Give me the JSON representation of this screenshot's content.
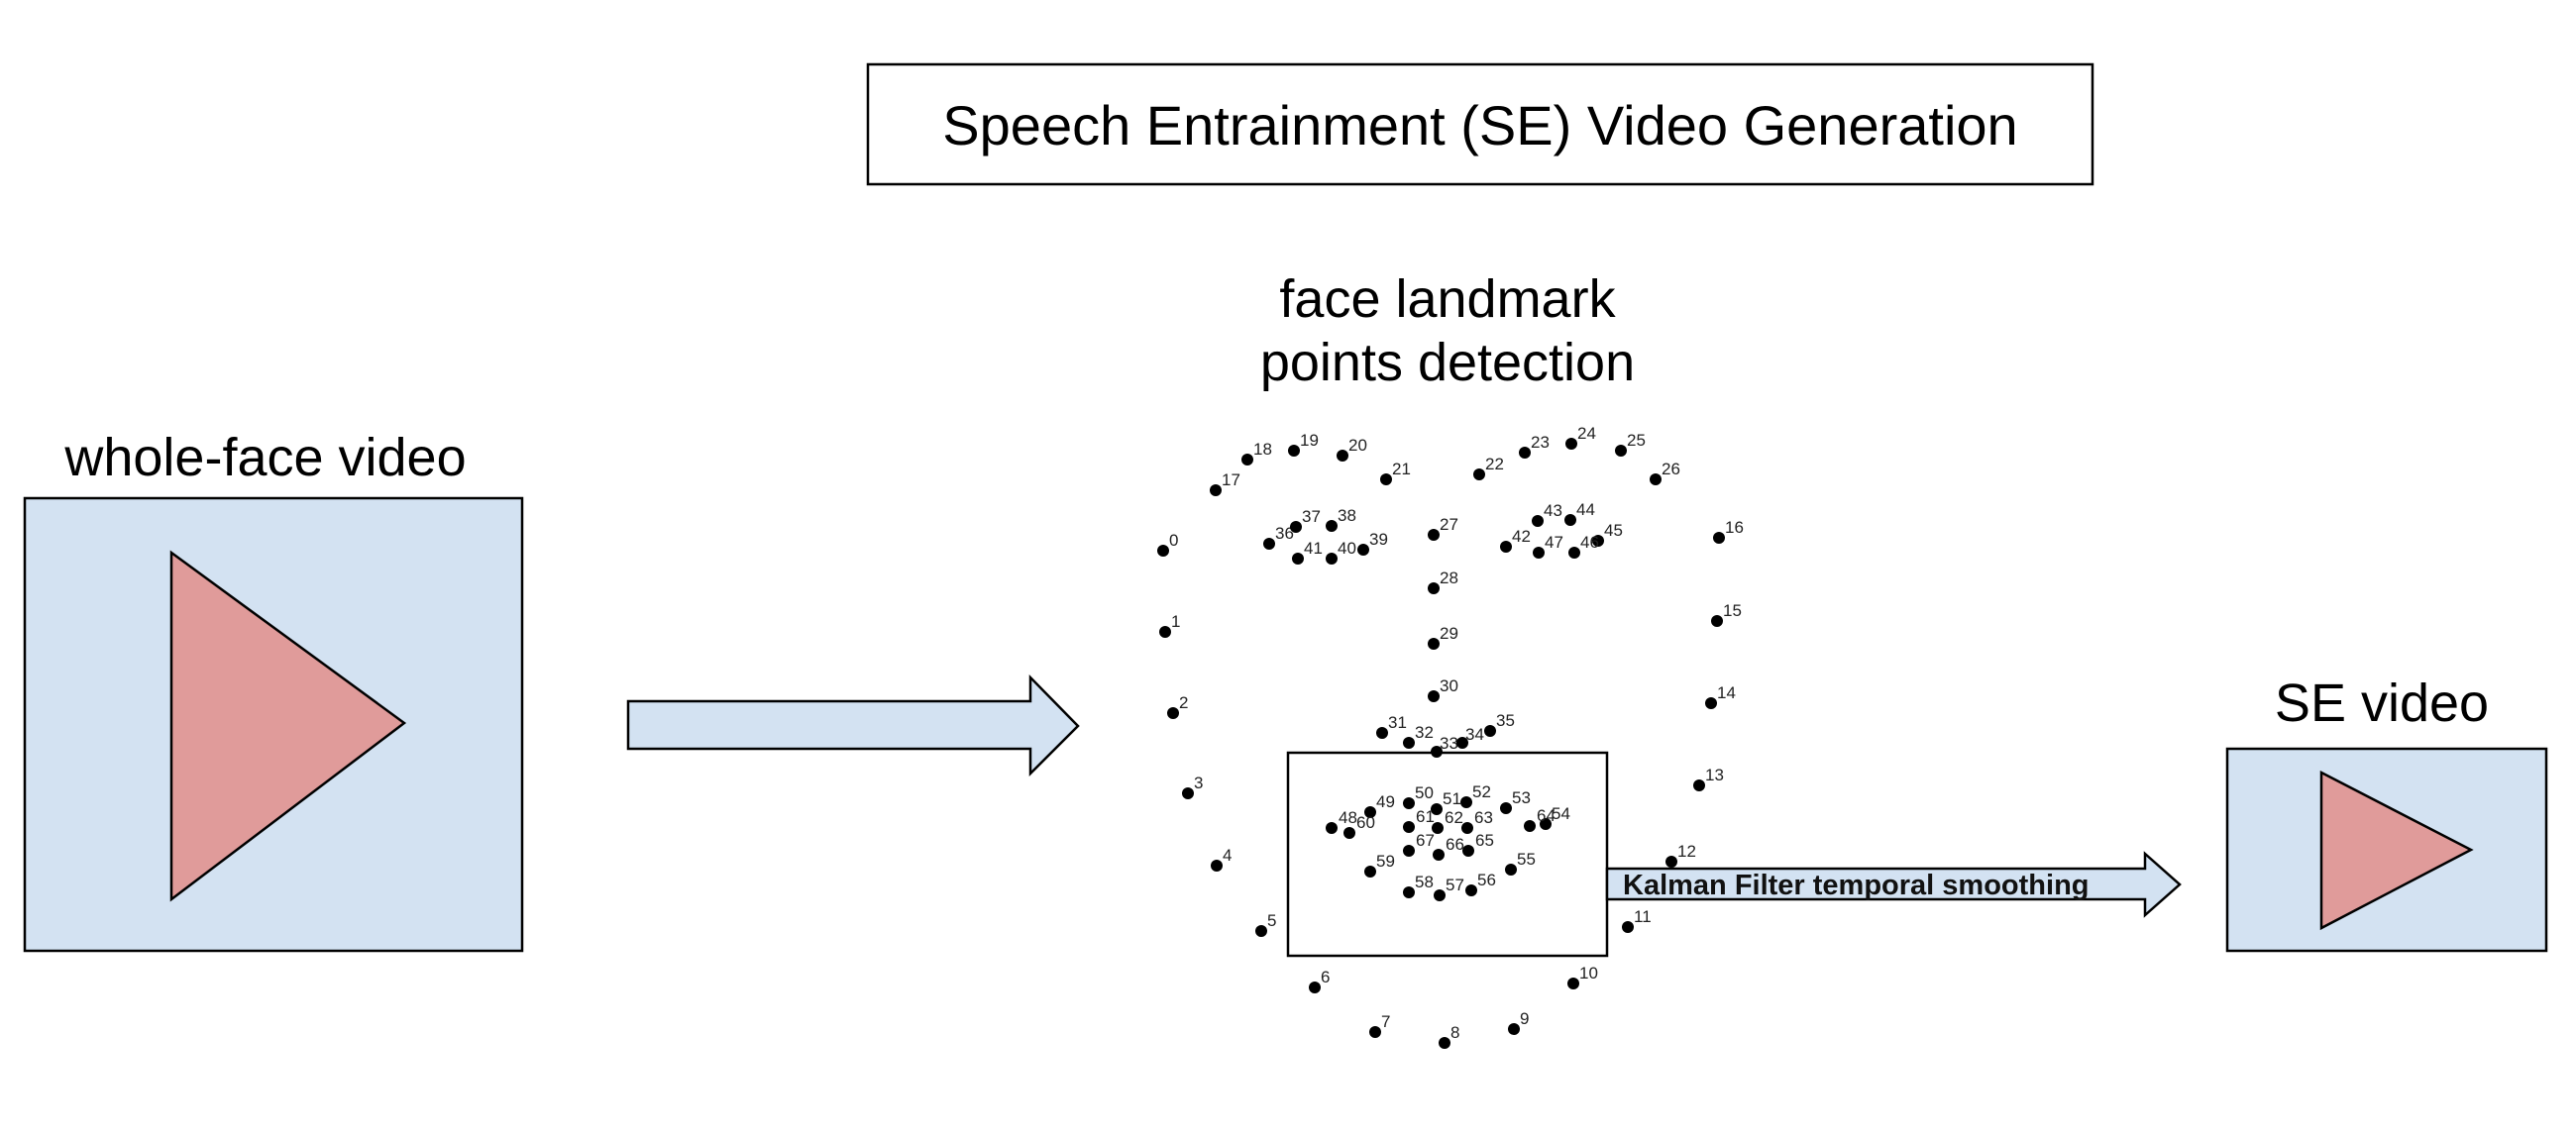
{
  "title": "Speech Entrainment (SE) Video Generation",
  "input_label": "whole-face video",
  "detection_label_line1": "face landmark",
  "detection_label_line2": "points detection",
  "output_label": "SE video",
  "smoothing_label": "Kalman Filter temporal smoothing",
  "colors": {
    "video_fill": "#d3e2f2",
    "play_fill": "#e09b9a",
    "arrow_fill": "#d3e2f2",
    "stroke": "#000000",
    "point": "#000000"
  },
  "landmark_labels": [
    "0",
    "1",
    "2",
    "3",
    "4",
    "5",
    "6",
    "7",
    "8",
    "9",
    "10",
    "11",
    "12",
    "13",
    "14",
    "15",
    "16",
    "17",
    "18",
    "19",
    "20",
    "21",
    "22",
    "23",
    "24",
    "25",
    "26",
    "27",
    "28",
    "29",
    "30",
    "31",
    "32",
    "33",
    "34",
    "35",
    "36",
    "37",
    "38",
    "39",
    "40",
    "41",
    "42",
    "43",
    "44",
    "45",
    "46",
    "47",
    "48",
    "49",
    "50",
    "51",
    "52",
    "53",
    "54",
    "55",
    "56",
    "57",
    "58",
    "59",
    "60",
    "61",
    "62",
    "63",
    "64",
    "65",
    "66",
    "67"
  ]
}
